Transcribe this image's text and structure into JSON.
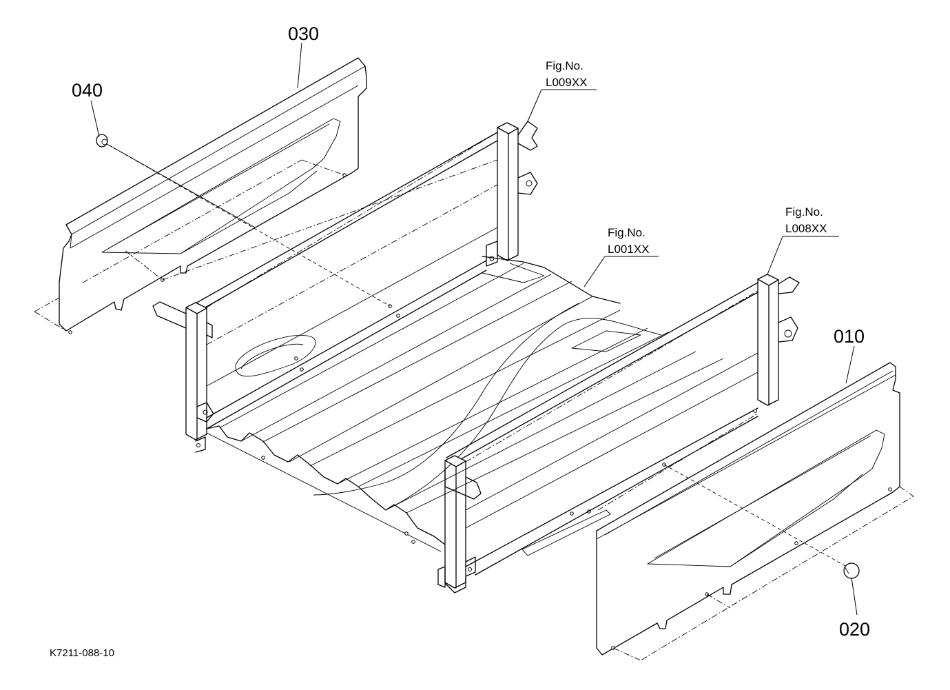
{
  "diagram": {
    "part_labels": {
      "p010": "010",
      "p020": "020",
      "p030": "030",
      "p040": "040"
    },
    "figure_refs": {
      "l009": {
        "line1": "Fig.No.",
        "line2": "L009XX"
      },
      "l001": {
        "line1": "Fig.No.",
        "line2": "L001XX"
      },
      "l008": {
        "line1": "Fig.No.",
        "line2": "L008XX"
      }
    },
    "drawing_code": "K7211-088-10"
  }
}
